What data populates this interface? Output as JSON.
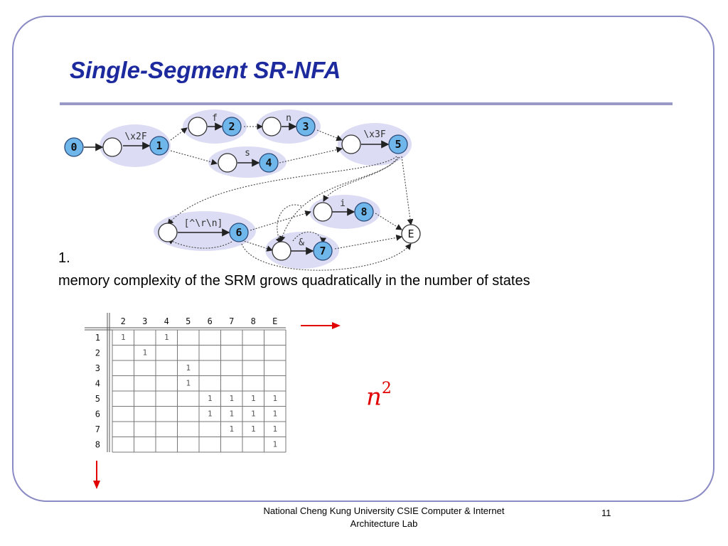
{
  "slide": {
    "title": "Single-Segment SR-NFA",
    "point_number": "1.",
    "point_text": "memory complexity of the SRM grows quadratically in the number of states",
    "formula_base": "n",
    "formula_exp": "2",
    "footer_line1": "National Cheng Kung University CSIE Computer & Internet",
    "footer_line2": "Architecture Lab",
    "page_number": "11"
  },
  "diagram": {
    "states": [
      "0",
      "1",
      "2",
      "3",
      "4",
      "5",
      "6",
      "7",
      "8",
      "E"
    ],
    "edge_labels": [
      "\\x2F",
      "f",
      "n",
      "s",
      "\\x3F",
      "[^\\r\\n]",
      "i",
      "&"
    ]
  },
  "matrix": {
    "col_headers": [
      "2",
      "3",
      "4",
      "5",
      "6",
      "7",
      "8",
      "E"
    ],
    "rows": [
      {
        "label": "1",
        "cells": [
          "1",
          "",
          "1",
          "",
          "",
          "",
          "",
          ""
        ]
      },
      {
        "label": "2",
        "cells": [
          "",
          "1",
          "",
          "",
          "",
          "",
          "",
          ""
        ]
      },
      {
        "label": "3",
        "cells": [
          "",
          "",
          "",
          "1",
          "",
          "",
          "",
          ""
        ]
      },
      {
        "label": "4",
        "cells": [
          "",
          "",
          "",
          "1",
          "",
          "",
          "",
          ""
        ]
      },
      {
        "label": "5",
        "cells": [
          "",
          "",
          "",
          "",
          "1",
          "1",
          "1",
          "1"
        ]
      },
      {
        "label": "6",
        "cells": [
          "",
          "",
          "",
          "",
          "1",
          "1",
          "1",
          "1"
        ]
      },
      {
        "label": "7",
        "cells": [
          "",
          "",
          "",
          "",
          "",
          "1",
          "1",
          "1"
        ]
      },
      {
        "label": "8",
        "cells": [
          "",
          "",
          "",
          "",
          "",
          "",
          "",
          "1"
        ]
      }
    ]
  },
  "colors": {
    "title": "#1d2a9e",
    "frame": "#8a8ac4",
    "node_fill": "#6fb6ea",
    "segment_fill": "#dcdcf4",
    "accent_red": "#e00000"
  }
}
